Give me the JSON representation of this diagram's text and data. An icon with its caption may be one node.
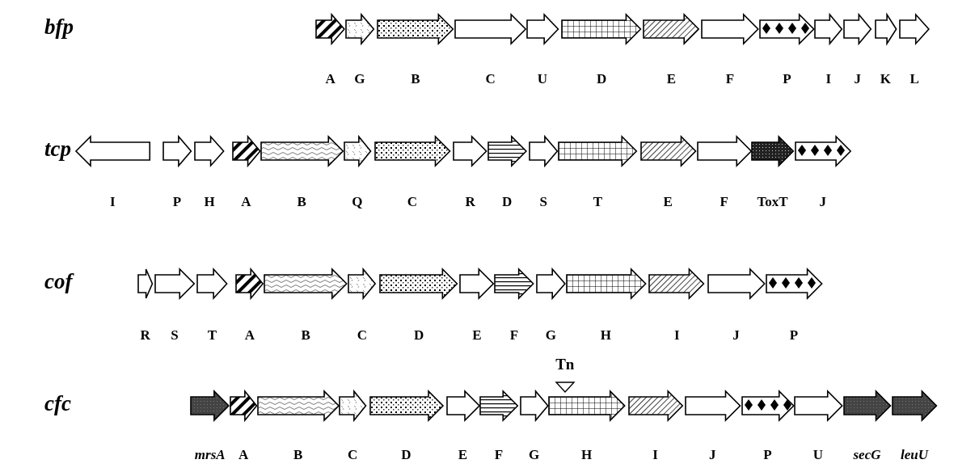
{
  "diagram": {
    "nodes": [
      {
        "text": [
          "A"
        ]
      },
      {
        "text": [
          "G"
        ]
      },
      {
        "text": [
          "B"
        ]
      },
      {
        "text": [
          "C"
        ]
      },
      {
        "text": [
          "U"
        ]
      },
      {
        "text": [
          "D"
        ]
      },
      {
        "text": [
          "E"
        ]
      },
      {
        "text": [
          "F"
        ]
      },
      {
        "text": [
          "P"
        ]
      },
      {
        "text": [
          "I"
        ]
      },
      {
        "text": [
          "J"
        ]
      },
      {
        "text": [
          "K"
        ]
      },
      {
        "text": [
          "L"
        ]
      },
      {
        "text": [
          "I"
        ]
      },
      {
        "text": [
          "P"
        ]
      },
      {
        "text": [
          "H"
        ]
      },
      {
        "text": [
          "A"
        ]
      },
      {
        "text": [
          "B"
        ]
      },
      {
        "text": [
          "Q"
        ]
      },
      {
        "text": [
          "C"
        ]
      },
      {
        "text": [
          "R"
        ]
      },
      {
        "text": [
          "D"
        ]
      },
      {
        "text": [
          "S"
        ]
      },
      {
        "text": [
          "T"
        ]
      },
      {
        "text": [
          "E"
        ]
      },
      {
        "text": [
          "F"
        ]
      },
      {
        "text": [
          "ToxT"
        ]
      },
      {
        "text": [
          "J"
        ]
      },
      {
        "text": [
          "R"
        ]
      },
      {
        "text": [
          "S"
        ]
      },
      {
        "text": [
          "T"
        ]
      },
      {
        "text": [
          "A"
        ]
      },
      {
        "text": [
          "B"
        ]
      },
      {
        "text": [
          "C"
        ]
      },
      {
        "text": [
          "D"
        ]
      },
      {
        "text": [
          "E"
        ]
      },
      {
        "text": [
          "F"
        ]
      },
      {
        "text": [
          "G"
        ]
      },
      {
        "text": [
          "H"
        ]
      },
      {
        "text": [
          "I"
        ]
      },
      {
        "text": [
          "J"
        ]
      },
      {
        "text": [
          "P"
        ]
      },
      {
        "text": [
          "mrsA"
        ]
      },
      {
        "text": [
          "A"
        ]
      },
      {
        "text": [
          "B"
        ]
      },
      {
        "text": [
          "C"
        ]
      },
      {
        "text": [
          "D"
        ]
      },
      {
        "text": [
          "E"
        ]
      },
      {
        "text": [
          "F"
        ]
      },
      {
        "text": [
          "G"
        ]
      },
      {
        "text": [
          "H"
        ]
      },
      {
        "text": [
          "I"
        ]
      },
      {
        "text": [
          "J"
        ]
      },
      {
        "text": [
          "P"
        ]
      },
      {
        "text": [
          "U"
        ]
      },
      {
        "text": [
          "secG"
        ]
      },
      {
        "text": [
          "leuU"
        ]
      },
      {
        "text": [
          "Tn"
        ]
      }
    ],
    "labels": [
      "bfp",
      "tcp",
      "cof",
      "cfc"
    ]
  }
}
